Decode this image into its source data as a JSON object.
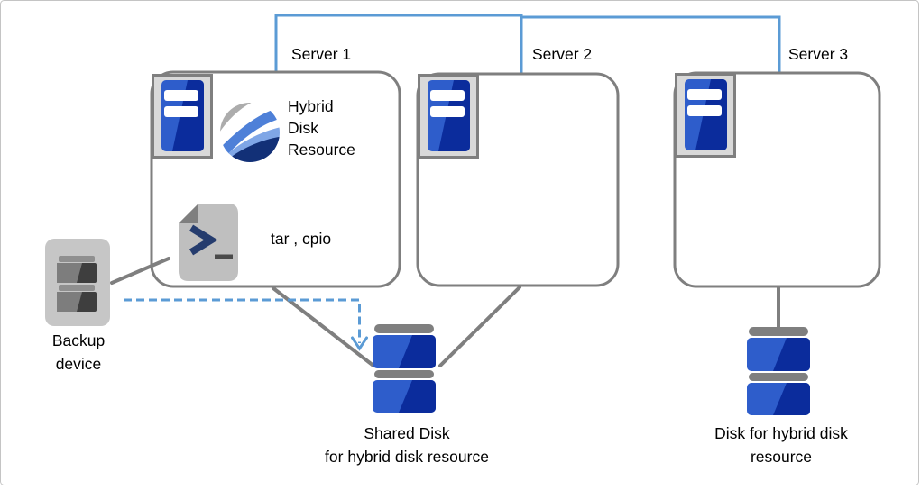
{
  "labels": {
    "server1": "Server 1",
    "server2": "Server 2",
    "server3": "Server 3",
    "hybrid_line1": "Hybrid",
    "hybrid_line2": "Disk",
    "hybrid_line3": "Resource",
    "tar_cpio": "tar , cpio",
    "backup_line1": "Backup",
    "backup_line2": "device",
    "shared_disk_line1": "Shared Disk",
    "shared_disk_line2": "for hybrid disk resource",
    "disk3_line1": "Disk for hybrid disk",
    "disk3_line2": "resource"
  },
  "icons": {
    "server": "server-tower-icon",
    "hybrid_disk_resource": "wave-sphere-icon",
    "script_file": "terminal-file-icon",
    "backup_device": "tape-drive-icon",
    "shared_disk": "stacked-disk-icon",
    "hybrid_disk": "stacked-disk-icon"
  },
  "palette": {
    "connector_blue": "#5B9BD5",
    "line_gray": "#7F7F7F",
    "box_border_gray": "#7F7F7F",
    "icon_frame_gray": "#D9D9D9",
    "server_blue_light": "#2E5DCB",
    "server_blue_dark": "#0B2C9C",
    "disk_cap_gray": "#7F7F7F",
    "sphere_gray": "#ACACAC",
    "wave_blue_mid": "#4E80D8",
    "wave_blue_light": "#7FA6E6",
    "wave_navy": "#123077",
    "file_body_gray": "#BFBFBF",
    "file_fold_gray": "#7F7F7F",
    "prompt_navy": "#253C6E",
    "backup_body_gray": "#C6C6C6",
    "backup_bay_dark": "#3E3E3E",
    "backup_bay_light": "#7D7D7D",
    "backup_strip_gray": "#8F8F8F",
    "canvas_border": "#C4C4C4",
    "text_black": "#000000"
  }
}
